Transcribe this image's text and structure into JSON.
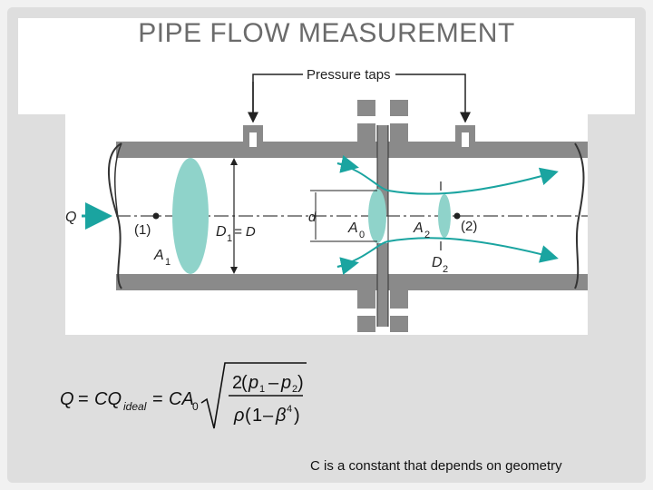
{
  "slide": {
    "title": "PIPE FLOW MEASUREMENT",
    "caption": "C is a constant that depends on geometry"
  },
  "diagram": {
    "pressure_taps": "Pressure taps",
    "flow_label": "Q",
    "station_1": "(1)",
    "station_2": "(2)",
    "area_1": "A",
    "area_1_sub": "1",
    "diameter_1": "D",
    "diameter_1_sub": "1",
    "diameter_eq": "= D",
    "orifice_d": "d",
    "area_0": "A",
    "area_0_sub": "0",
    "area_2": "A",
    "area_2_sub": "2",
    "diameter_2": "D",
    "diameter_2_sub": "2",
    "accent_color": "#1aa4a0",
    "ellipse_fill": "#8fd3ca"
  },
  "formula": {
    "lhs": "Q",
    "eq1": "=",
    "cq": "CQ",
    "ideal": "ideal",
    "eq2": "=",
    "ca": "CA",
    "ca_sub": "0",
    "num_2": "2",
    "p1": "p",
    "p1_sub": "1",
    "minus": "–",
    "p2": "p",
    "p2_sub": "2",
    "rho": "ρ",
    "one": "1",
    "beta": "β",
    "beta_exp": "4"
  }
}
